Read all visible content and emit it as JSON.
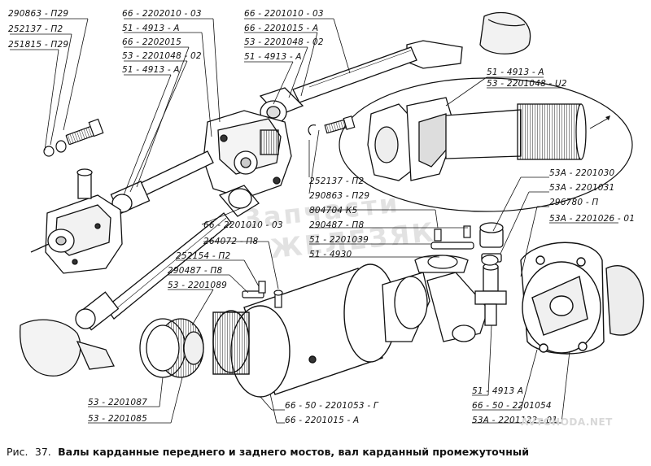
{
  "figure": {
    "number_prefix": "Рис.",
    "number": "37.",
    "caption": "Валы карданные переднего и заднего мостов, вал карданный промежуточный"
  },
  "watermarks": {
    "site": "AVTOHODA.NET",
    "line1": "Запчасти",
    "line2": "ЖЕЛЕЗЯК"
  },
  "labels": {
    "l01": "290863 - П29",
    "l02": "252137 - П2",
    "l03": "251815 - П29",
    "l04": "66 - 2202010 - 03",
    "l05": "51 - 4913 - А",
    "l06": "66 - 2202015",
    "l07": "53 - 2201048 - 02",
    "l08": "51 - 4913 - А",
    "l09": "66 - 2201010 - 03",
    "l10": "66 - 2201015 - А",
    "l11": "53 - 2201048 - 02",
    "l12": "51 - 4913 - А",
    "l13": "51 - 4913 - А",
    "l14": "53 - 2201048 - U2",
    "l15": "252137 - П2",
    "l16": "290863 - П29",
    "l17": "804704 К5",
    "l18": "290487 - П8",
    "l19": "51 - 2201039",
    "l20": "51 - 4930",
    "l21": "53А - 2201030",
    "l22": "53А - 2201031",
    "l23": "296780 - П",
    "l24": "53А - 2201026 - 01",
    "l25": "66 - 2201010 - 03",
    "l26": "264072 - П8",
    "l27": "252154 - П2",
    "l28": "290487 - П8",
    "l29": "53 - 2201089",
    "l30": "53 - 2201087",
    "l31": "53 - 2201085",
    "l32": "66 - 50 - 2201053 - Г",
    "l33": "66 - 2201015 - А",
    "l34": "51 - 4913 А",
    "l35": "66 - 50 - 2201054",
    "l36": "53А - 2201122 - 01"
  }
}
